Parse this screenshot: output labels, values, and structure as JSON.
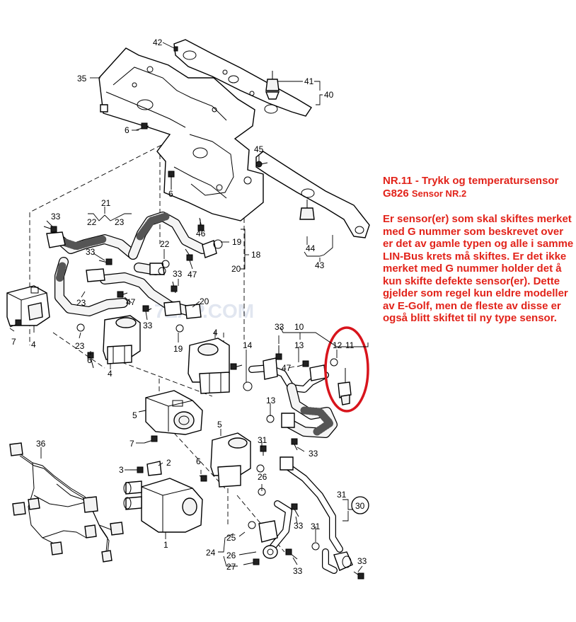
{
  "note": {
    "title_main": "NR.11 - Trykk og temperatursensor G826",
    "title_suffix": "Sensor NR.2",
    "body": "Er sensor(er) som skal skiftes merket med G nummer som beskrevet over er det av gamle typen og alle i samme LIN-Bus krets må skiftes. Er det ikke merket med G nummer holder det å kun skifte defekte sensor(er). Dette gjelder som regel kun eldre modeller av E-Golf, men de fleste av disse er også blitt skiftet til ny type sensor."
  },
  "watermark": "7ZAP.COM",
  "colors": {
    "note": "#e2231a",
    "highlight": "#d8141c",
    "watermark": "#c9d3e4"
  },
  "labels": {
    "n42": "42",
    "n35": "35",
    "n41": "41",
    "n40": "40",
    "n6a": "6",
    "n45": "45",
    "n6b": "6",
    "n21": "21",
    "n22a": "22",
    "n23a": "23",
    "n33a": "33",
    "n46": "46",
    "n19a": "19",
    "n18": "18",
    "n22b": "22",
    "n33b": "33",
    "n47a": "47",
    "n20a": "20",
    "n44": "44",
    "n43": "43",
    "n33c": "33",
    "n23b": "23",
    "n47b": "47",
    "n33d": "33",
    "n20b": "20",
    "n4a": "4",
    "n7a": "7",
    "n23c": "23",
    "n33e": "33",
    "n19b": "19",
    "n4b": "4",
    "n10": "10",
    "n14": "14",
    "n13a": "13",
    "n12": "12",
    "n11": "11",
    "n47c": "47",
    "n6c": "6",
    "n4c": "4",
    "n4d": "4",
    "n13b": "13",
    "n5a": "5",
    "n7b": "7",
    "n5b": "5",
    "n31a": "31",
    "n33f": "33",
    "n36": "36",
    "n3": "3",
    "n2": "2",
    "n6d": "6",
    "n26a": "26",
    "n1": "1",
    "n31b": "31",
    "n30": "30",
    "n33g": "33",
    "n24": "24",
    "n25": "25",
    "n26b": "26",
    "n27": "27",
    "n31c": "31",
    "n33h": "33",
    "n33i": "33",
    "n6e": "6",
    "n33j": "33"
  }
}
